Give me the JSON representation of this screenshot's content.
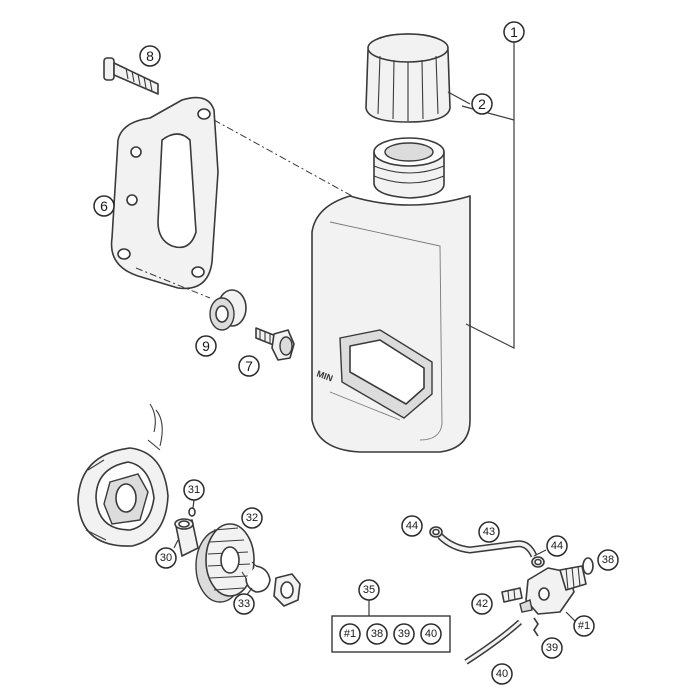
{
  "diagram": {
    "tank_label": "MIN",
    "callouts": {
      "c1": "1",
      "c2": "2",
      "c6": "6",
      "c7": "7",
      "c8": "8",
      "c9": "9",
      "c30": "30",
      "c31": "31",
      "c32": "32",
      "c33": "33",
      "c35": "35",
      "c38": "38",
      "c39": "39",
      "c40": "40",
      "c42": "42",
      "c43": "43",
      "c44a": "44",
      "c44b": "44",
      "c_pump": "#1"
    },
    "kit_items": [
      "#1",
      "38",
      "39",
      "40"
    ]
  }
}
